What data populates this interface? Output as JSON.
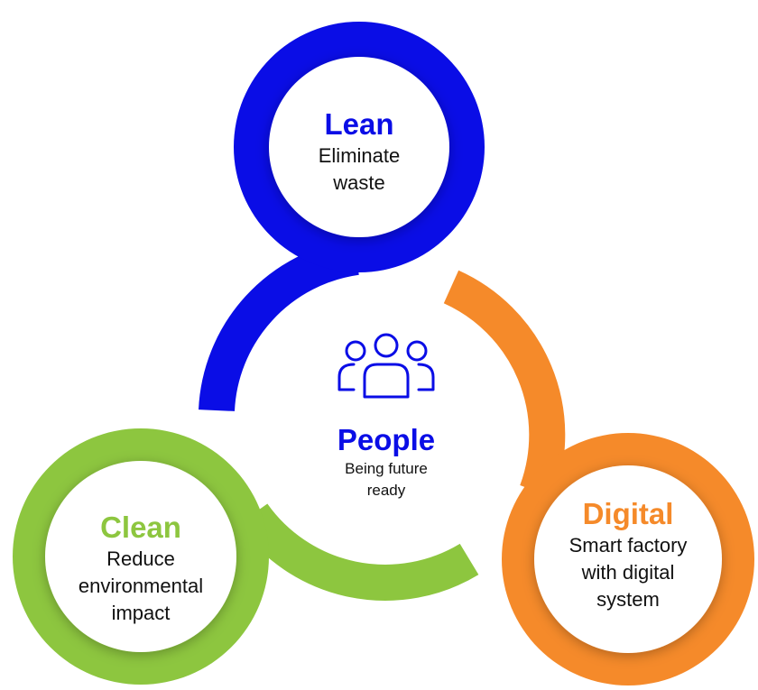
{
  "colors": {
    "lean": "#0a0de6",
    "digital": "#f58a2a",
    "clean": "#8dc63f",
    "people": "#0a0de6",
    "text": "#111111"
  },
  "center": {
    "icon": "people-group-icon",
    "title": "People",
    "line1": "Being future",
    "line2": "ready"
  },
  "pillars": {
    "lean": {
      "title": "Lean",
      "line1": "Eliminate",
      "line2": "waste"
    },
    "digital": {
      "title": "Digital",
      "line1": "Smart factory",
      "line2": "with digital",
      "line3": "system"
    },
    "clean": {
      "title": "Clean",
      "line1": "Reduce",
      "line2": "environmental",
      "line3": "impact"
    }
  }
}
